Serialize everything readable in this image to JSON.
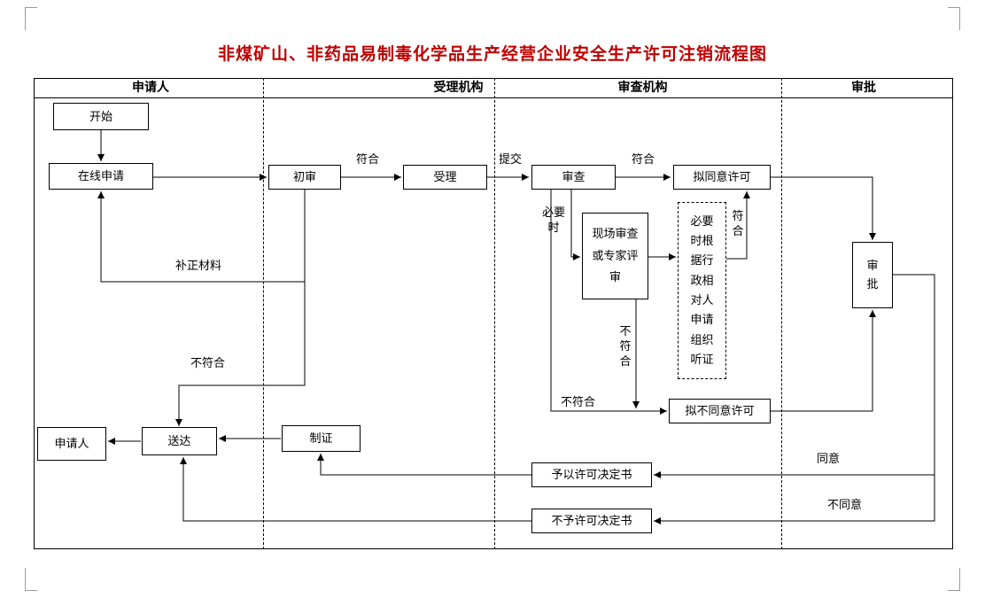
{
  "title": "非煤矿山、非药品易制毒化学品生产经营企业安全生产许可注销流程图",
  "lanes": [
    {
      "label": "申请人"
    },
    {
      "label": "受理机构"
    },
    {
      "label": "审查机构"
    },
    {
      "label": "审批"
    }
  ],
  "nodes": {
    "start": "开始",
    "online_apply": "在线申请",
    "preliminary_review": "初审",
    "accept": "受理",
    "review": "审查",
    "propose_approve": "拟同意许可",
    "onsite_or_expert": "现场审查或专家评审",
    "hearing_note": "必要时根据行政相对人申请组织听证",
    "approve": "审批",
    "propose_disapprove": "拟不同意许可",
    "permit_decision": "予以许可决定书",
    "no_permit_decision": "不予许可决定书",
    "make_certificate": "制证",
    "deliver": "送达",
    "applicant": "申请人"
  },
  "edge_labels": {
    "conform_1": "符合",
    "submit": "提交",
    "conform_2": "符合",
    "when_necessary": "必要时",
    "conform_3": "符合",
    "not_conform_onsite": "不符合",
    "not_conform_review": "不符合",
    "supplement_materials": "补正材料",
    "not_conform_preliminary": "不符合",
    "agree": "同意",
    "disagree": "不同意"
  },
  "colors": {
    "title": "#c00000",
    "line": "#000000",
    "background": "#ffffff"
  }
}
